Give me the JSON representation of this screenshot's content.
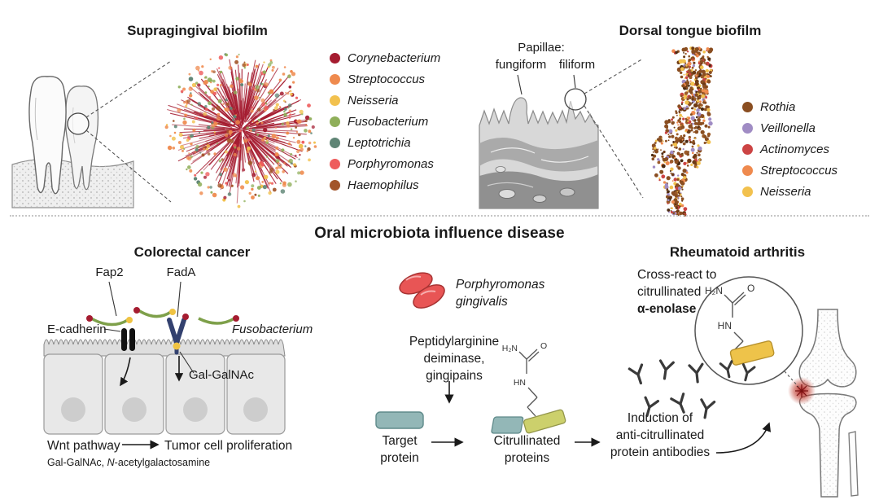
{
  "supragingival": {
    "title": "Supragingival biofilm",
    "legend": [
      {
        "label": "Corynebacterium",
        "color": "#a51c30"
      },
      {
        "label": "Streptococcus",
        "color": "#ef8a4e"
      },
      {
        "label": "Neisseria",
        "color": "#f2c14e"
      },
      {
        "label": "Fusobacterium",
        "color": "#8faf5a"
      },
      {
        "label": "Leptotrichia",
        "color": "#5f8575"
      },
      {
        "label": "Porphyromonas",
        "color": "#ee5c5c"
      },
      {
        "label": "Haemophilus",
        "color": "#a2552a"
      }
    ]
  },
  "tongue": {
    "title": "Dorsal tongue biofilm",
    "papillae_label": "Papillae:",
    "fungiform_label": "fungiform",
    "filiform_label": "filiform",
    "legend": [
      {
        "label": "Rothia",
        "color": "#8a4e21"
      },
      {
        "label": "Veillonella",
        "color": "#a08cc4"
      },
      {
        "label": "Actinomyces",
        "color": "#cc4444"
      },
      {
        "label": "Streptococcus",
        "color": "#ef8a4e"
      },
      {
        "label": "Neisseria",
        "color": "#f2c14e"
      }
    ]
  },
  "disease": {
    "heading": "Oral microbiota influence disease"
  },
  "colorectal": {
    "title": "Colorectal cancer",
    "fap2_label": "Fap2",
    "fada_label": "FadA",
    "ecadherin_label": "E-cadherin",
    "fusobacterium_label": "Fusobacterium",
    "galgalnac_label": "Gal-GalNAc",
    "wnt_label": "Wnt pathway",
    "tumor_label": "Tumor cell proliferation",
    "footnote_prefix": "Gal-GalNAc, ",
    "footnote_italic": "N",
    "footnote_suffix": "-acetylgalactosamine"
  },
  "citrullination": {
    "bacterium": "Porphyromonas\ngingivalis",
    "enzymes": "Peptidylarginine\ndeiminase,\ngingipains",
    "target": "Target\nprotein",
    "product": "Citrullinated\nproteins",
    "chem": {
      "h2n": "H₂N",
      "o": "O",
      "hn": "HN"
    }
  },
  "arthritis": {
    "title": "Rheumatoid arthritis",
    "crossreact_lines": "Cross-react to\ncitrullinated",
    "crossreact_bold": "α-enolase",
    "induction": "Induction of\nanti-citrullinated\nprotein antibodies"
  }
}
